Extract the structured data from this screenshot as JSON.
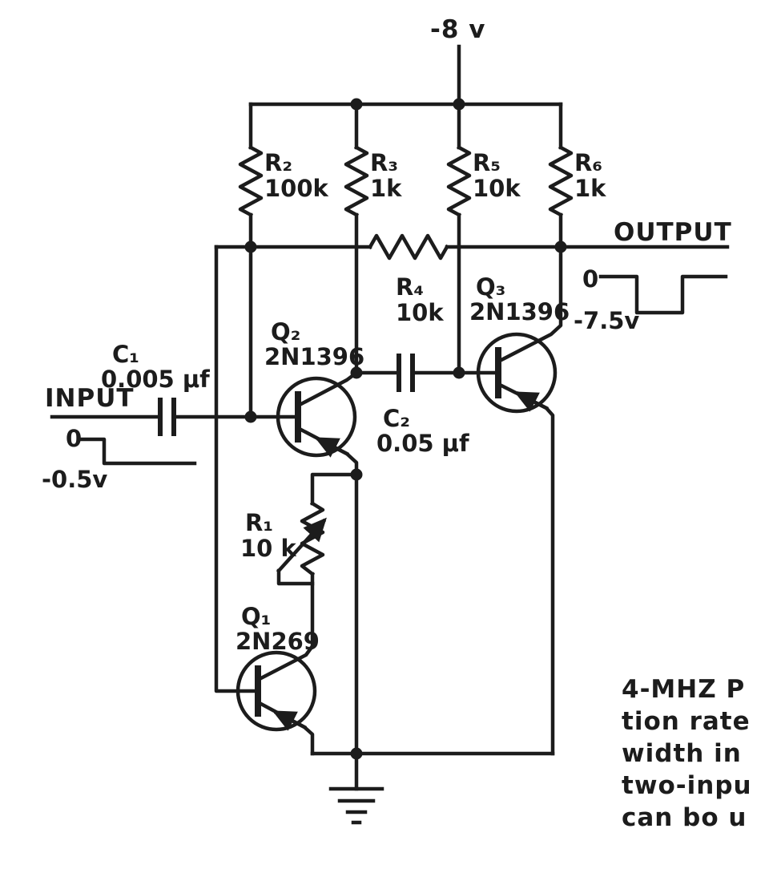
{
  "figure": {
    "background": "#ffffff",
    "ink": "#1c1c1c",
    "kind": "transistor pulse-generator schematic"
  },
  "supply": {
    "label": "-8 v"
  },
  "input": {
    "label": "INPUT",
    "zero": "0",
    "low": "-0.5v"
  },
  "output": {
    "label": "OUTPUT",
    "zero": "0",
    "low": "-7.5v"
  },
  "components": {
    "r1": {
      "ref": "R₁",
      "value": "10 k"
    },
    "r2": {
      "ref": "R₂",
      "value": "100k"
    },
    "r3": {
      "ref": "R₃",
      "value": "1k"
    },
    "r4": {
      "ref": "R₄",
      "value": "10k"
    },
    "r5": {
      "ref": "R₅",
      "value": "10k"
    },
    "r6": {
      "ref": "R₆",
      "value": "1k"
    },
    "c1": {
      "ref": "C₁",
      "value": "0.005 μf"
    },
    "c2": {
      "ref": "C₂",
      "value": "0.05 μf"
    },
    "q1": {
      "ref": "Q₁",
      "part": "2N269"
    },
    "q2": {
      "ref": "Q₂",
      "part": "2N1396"
    },
    "q3": {
      "ref": "Q₃",
      "part": "2N1396"
    }
  },
  "caption": {
    "lines": [
      "4-MHZ P",
      "tion rate",
      "width in",
      "two-inpu",
      "can bo u"
    ]
  }
}
